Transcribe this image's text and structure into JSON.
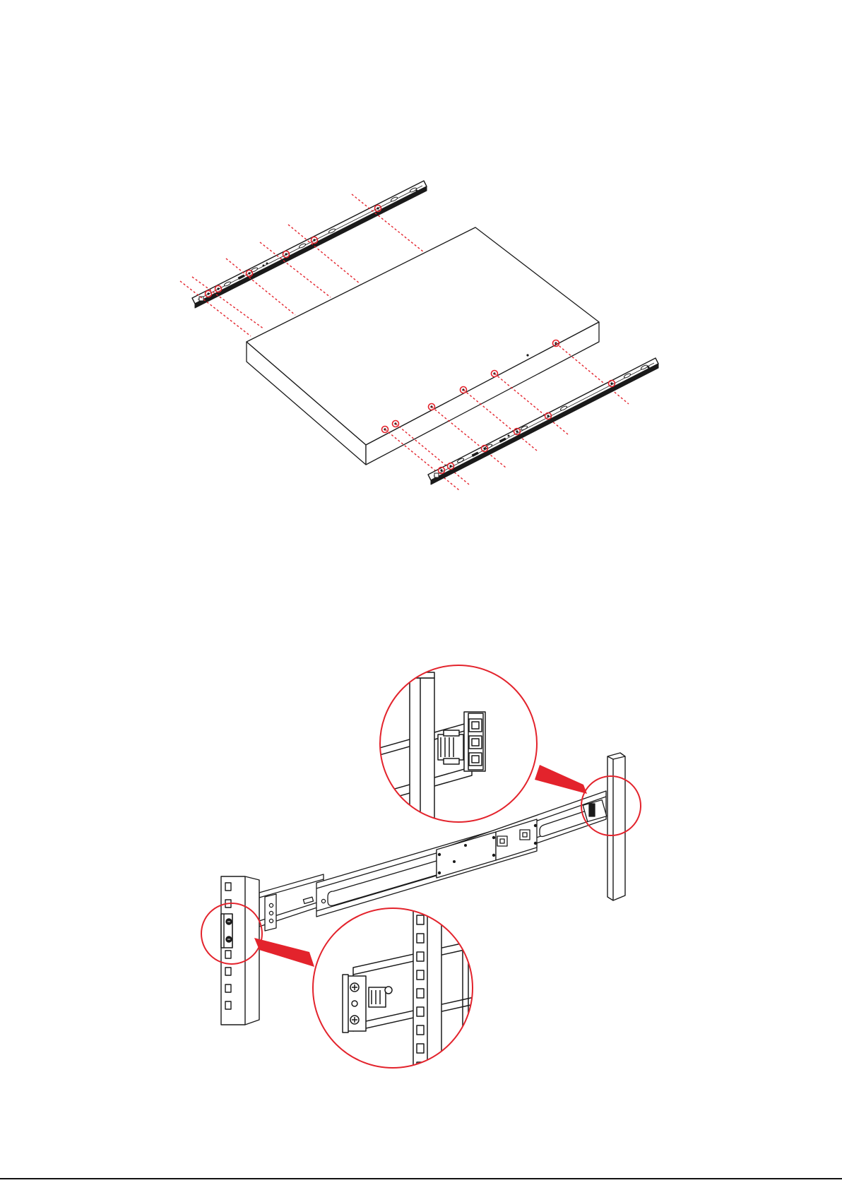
{
  "colors": {
    "line": "#1a1a1a",
    "accent": "#e3232c",
    "background": "#ffffff",
    "rule": "#111111"
  },
  "figures": [
    {
      "name": "rail-to-device-mounting",
      "parts": [
        "device-chassis",
        "left-slide-rail",
        "right-slide-rail",
        "screw-alignment-lines"
      ]
    },
    {
      "name": "rail-to-rack-mounting",
      "parts": [
        "rear-rack-post",
        "front-rack-post",
        "telescoping-rail",
        "rear-zoom-callout",
        "front-zoom-callout"
      ]
    }
  ]
}
